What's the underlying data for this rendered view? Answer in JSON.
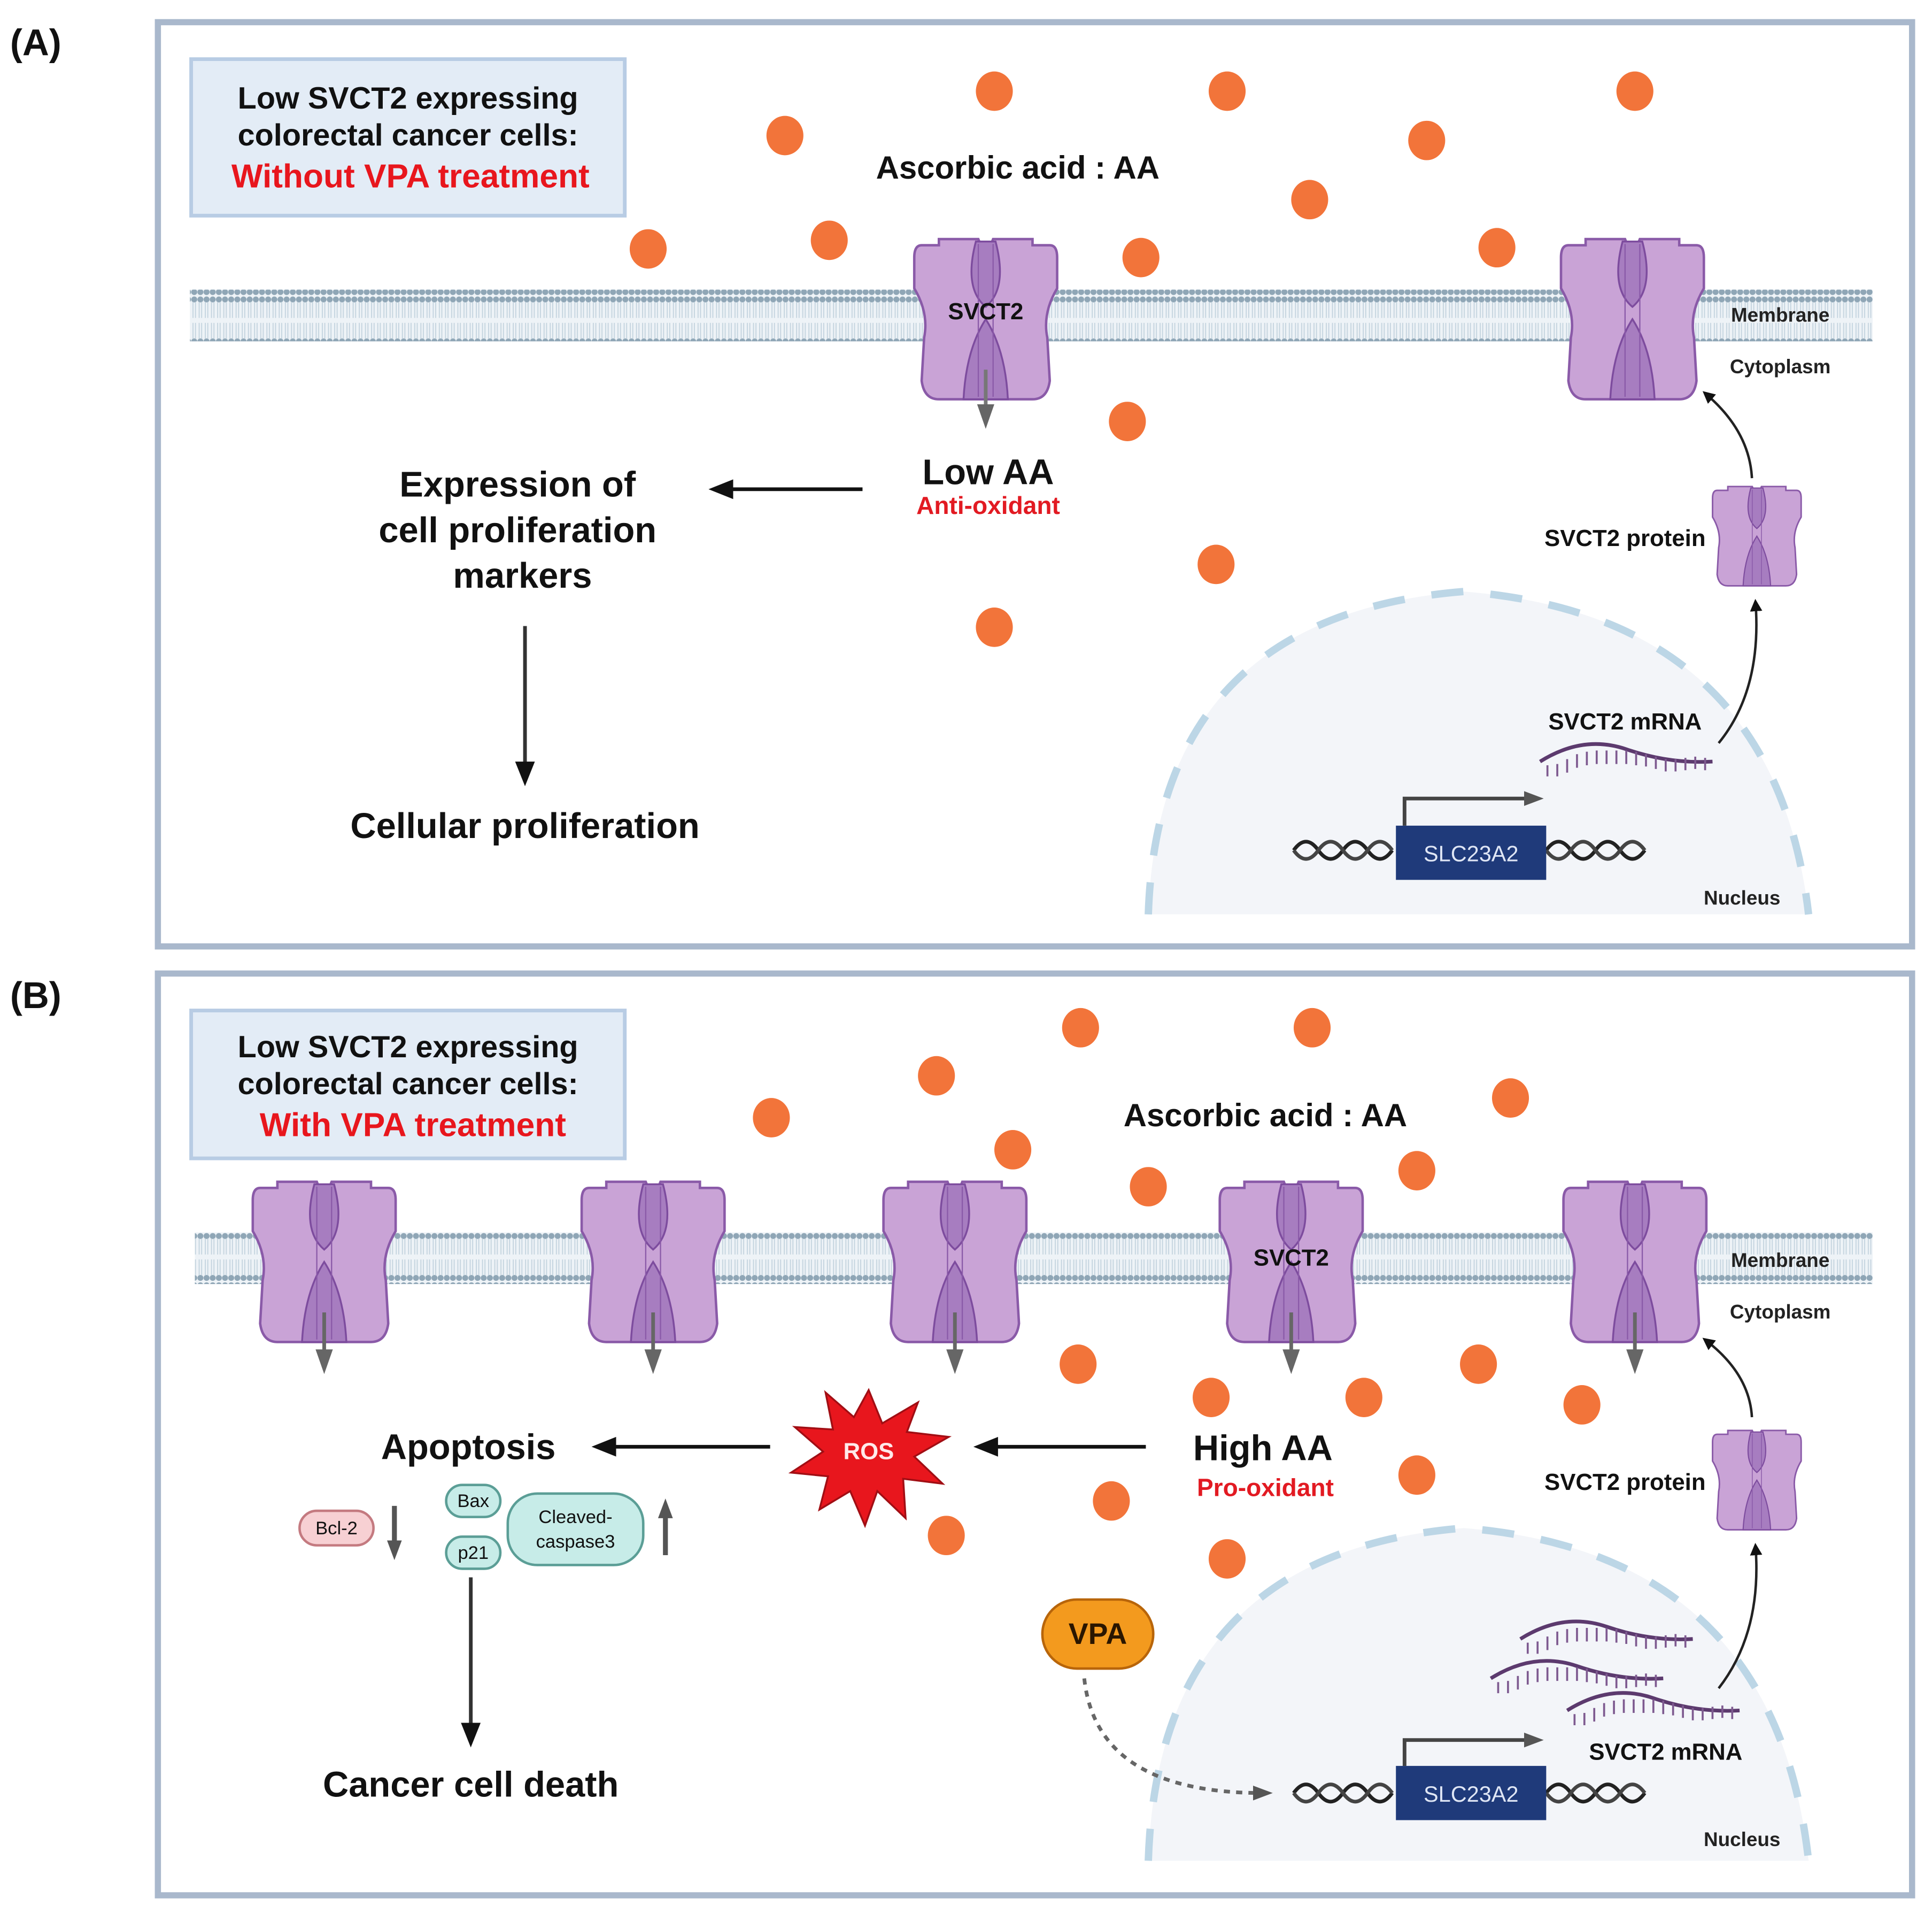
{
  "colors": {
    "panel_border": "#a9b8cc",
    "title_box_fill": "#e3ecf6",
    "title_box_border": "#b8cce4",
    "aa_particle": "#f2743a",
    "svct2_fill": "#c9a3d6",
    "svct2_stroke": "#8a5aa8",
    "membrane": "#8fa6b6",
    "nucleus_fill": "#f3f5f9",
    "nucleus_dash": "#bcd6e6",
    "gene_box": "#1f3a7a",
    "ros": "#e8161d",
    "vpa": "#f39a1e",
    "marker_teal": "#c7ece8",
    "marker_pink": "#f7d0d3",
    "red_text": "#e8161d"
  },
  "panel_a": {
    "letter": "(A)",
    "title_box": {
      "line1": "Low SVCT2 expressing",
      "line2": "colorectal cancer cells:",
      "condition": "Without VPA treatment"
    },
    "ascorbic_label": "Ascorbic acid : AA",
    "transporter_label": "SVCT2",
    "membrane_label": "Membrane",
    "cytoplasm_label": "Cytoplasm",
    "aa_level": "Low AA",
    "aa_role": "Anti-oxidant",
    "outcome_lines": [
      "Expression of",
      "cell proliferation",
      "markers"
    ],
    "final_outcome": "Cellular proliferation",
    "protein_label": "SVCT2 protein",
    "mrna_label": "SVCT2 mRNA",
    "gene_label": "SLC23A2",
    "nucleus_label": "Nucleus"
  },
  "panel_b": {
    "letter": "(B)",
    "title_box": {
      "line1": "Low SVCT2 expressing",
      "line2": "colorectal cancer cells:",
      "condition": "With VPA treatment"
    },
    "ascorbic_label": "Ascorbic acid : AA",
    "transporter_label": "SVCT2",
    "membrane_label": "Membrane",
    "cytoplasm_label": "Cytoplasm",
    "aa_level": "High AA",
    "aa_role": "Pro-oxidant",
    "ros_label": "ROS",
    "apoptosis_label": "Apoptosis",
    "markers": {
      "down": [
        "Bcl-2"
      ],
      "up": [
        "Bax",
        "p21",
        "Cleaved-",
        "caspase3"
      ]
    },
    "final_outcome": "Cancer cell death",
    "vpa_label": "VPA",
    "protein_label": "SVCT2 protein",
    "mrna_label": "SVCT2 mRNA",
    "gene_label": "SLC23A2",
    "nucleus_label": "Nucleus"
  }
}
